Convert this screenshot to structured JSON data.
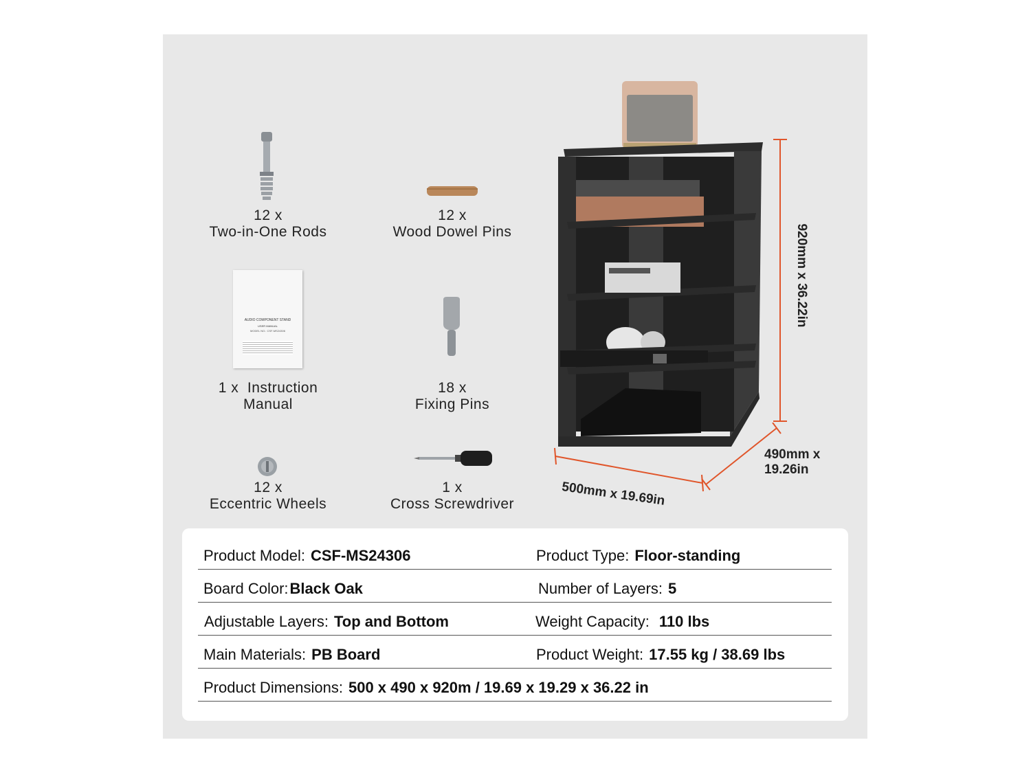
{
  "parts": [
    {
      "qty": "12 x",
      "name": "Two-in-One Rods",
      "icon": "rod-icon"
    },
    {
      "qty": "12 x",
      "name": "Wood Dowel Pins",
      "icon": "dowel-icon"
    },
    {
      "qty": "1 x  Instruction",
      "name": "Manual",
      "icon": "manual-icon"
    },
    {
      "qty": "18 x",
      "name": "Fixing Pins",
      "icon": "pin-icon"
    },
    {
      "qty": "12 x",
      "name": "Eccentric Wheels",
      "icon": "wheel-icon"
    },
    {
      "qty": "1 x",
      "name": "Cross Screwdriver",
      "icon": "screwdriver-icon"
    }
  ],
  "manual_text": {
    "line1": "AUDIO COMPONENT STAND",
    "line2": "USER MANUAL",
    "line3": "MODEL NO.: CSF-MS24306"
  },
  "dimensions": {
    "height": "920mm x 36.22in",
    "depth_line1": "490mm x",
    "depth_line2": "19.26in",
    "width": "500mm x 19.69in"
  },
  "specs": {
    "model_label": "Product Model:",
    "model_value": "CSF-MS24306",
    "type_label": "Product Type:",
    "type_value": "Floor-standing",
    "color_label": "Board Color:",
    "color_value": "Black Oak",
    "layers_label": "Number of Layers:",
    "layers_value": "5",
    "adjustable_label": "Adjustable Layers:",
    "adjustable_value": "Top and Bottom",
    "capacity_label": "Weight Capacity:",
    "capacity_value": "110 lbs",
    "material_label": "Main Materials:",
    "material_value": "PB Board",
    "weight_label": "Product Weight:",
    "weight_value": "17.55 kg / 38.69 lbs",
    "dimensions_label": "Product Dimensions:",
    "dimensions_value": "500 x 490 x 920m / 19.69 x 19.29 x 36.22 in"
  },
  "colors": {
    "panel": "#e8e8e8",
    "accent_orange": "#e0552a",
    "shelf_black": "#2b2b2b"
  }
}
